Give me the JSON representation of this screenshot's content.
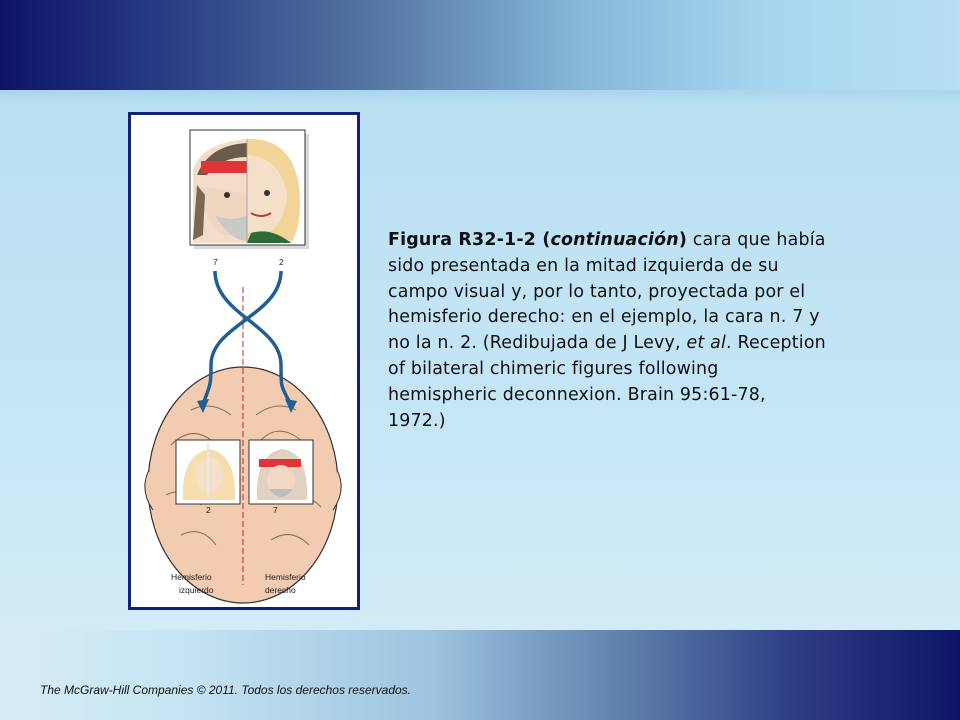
{
  "figure": {
    "numbers": {
      "left": "7",
      "right": "2"
    },
    "hemisphere_left": {
      "line1": "Hemisferio",
      "line2": "izquierdo"
    },
    "hemisphere_right": {
      "line1": "Hemisferio",
      "line2": "derecho"
    },
    "small_numbers": {
      "left": "2",
      "right": "7"
    }
  },
  "caption": {
    "bold_prefix": "Figura R32-1-2 (",
    "bold_italic": "continuación",
    "bold_suffix": ")",
    "text_1": " cara que había sido presentada en la mitad izquierda de su campo visual y, por lo tanto, proyectada por el hemisferio derecho: en el ejemplo, la cara n. 7 y no la n. 2. (Redibujada de J Levy, ",
    "italic_1": "et al",
    "text_2": ". Reception of bilateral chimeric figures following hemispheric deconnexion. Brain 95:61-78, 1972.)"
  },
  "footer": {
    "credit": "The McGraw-Hill Companies © 2011. Todos los derechos reservados."
  },
  "colors": {
    "navy": "#0d1466",
    "frame": "#14207a",
    "arrow": "#1f5f93",
    "midline": "#b8322a",
    "brain": "#f2cbb0",
    "headband": "#e0343a"
  }
}
